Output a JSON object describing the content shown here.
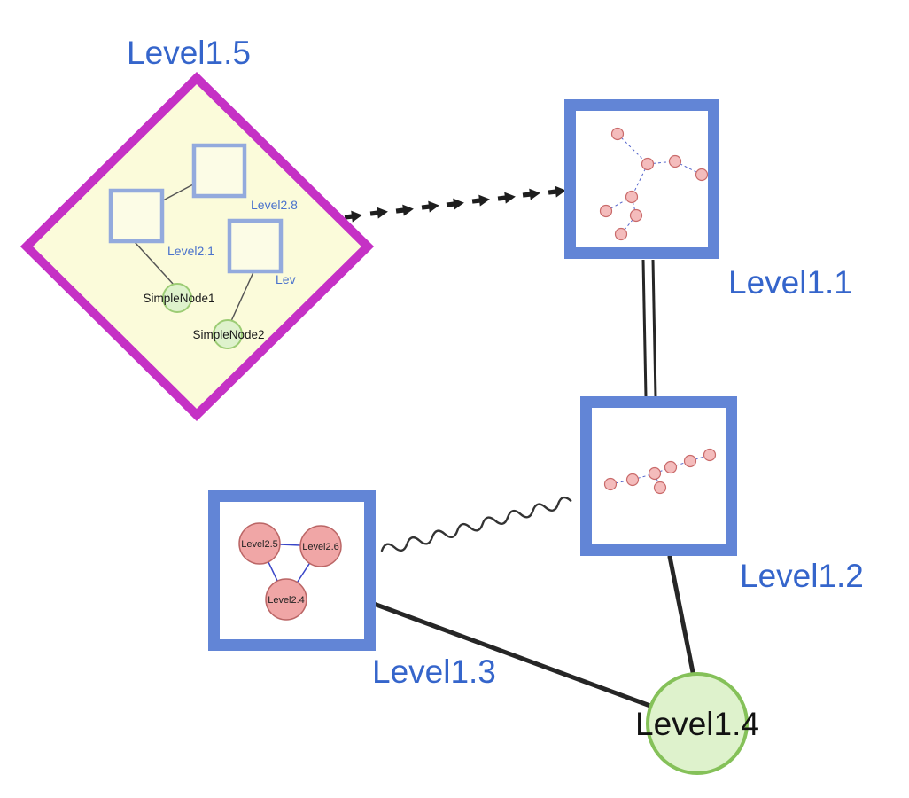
{
  "diagram": {
    "background": "#ffffff",
    "colors": {
      "label_blue": "#3565cb",
      "node_border_blue": "#6285d6",
      "group_border_magenta": "#c531c5",
      "group_fill_yellow": "#fbfbda",
      "green_node_fill": "#def2cc",
      "green_node_border": "#85c159",
      "pink_node_fill": "#f0a6a6",
      "pink_node_border": "#bb6666",
      "edge_black": "#262626",
      "inner_edge_blue": "#3946c8"
    },
    "nodes": {
      "level15": {
        "label": "Level1.5"
      },
      "level11": {
        "label": "Level1.1"
      },
      "level12": {
        "label": "Level1.2"
      },
      "level13": {
        "label": "Level1.3"
      },
      "level14": {
        "label": "Level1.4"
      }
    },
    "level15_children": [
      {
        "label": "Level2.8"
      },
      {
        "label": "Level2.1"
      },
      {
        "label": "Lev"
      },
      {
        "label": "SimpleNode1"
      },
      {
        "label": "SimpleNode2"
      }
    ],
    "level13_children": [
      {
        "label": "Level2.5"
      },
      {
        "label": "Level2.6"
      },
      {
        "label": "Level2.4"
      }
    ]
  }
}
